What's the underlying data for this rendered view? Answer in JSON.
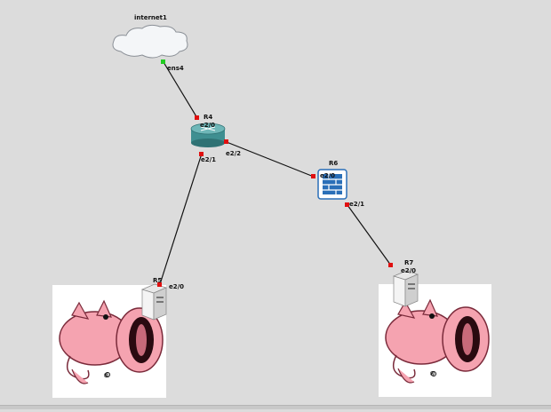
{
  "topology": {
    "nodes": {
      "internet1": {
        "label": "internet1",
        "icon": "cloud-icon"
      },
      "R4": {
        "label": "R4",
        "icon": "router-icon"
      },
      "R6": {
        "label": "R6",
        "icon": "firewall-icon"
      },
      "R5": {
        "label": "R5",
        "icon": "server-icon"
      },
      "R7": {
        "label": "R7",
        "icon": "server-icon"
      }
    },
    "links": [
      {
        "from": "internet1",
        "from_port": "ens4",
        "to": "R4",
        "to_port": "e2/0"
      },
      {
        "from": "R4",
        "from_port": "e2/1",
        "to": "R5",
        "to_port": "e2/0"
      },
      {
        "from": "R4",
        "from_port": "e2/2",
        "to": "R6",
        "to_port": "e2/0"
      },
      {
        "from": "R6",
        "from_port": "e2/1",
        "to": "R7",
        "to_port": "e2/0"
      }
    ],
    "overlays": [
      {
        "name": "pig-logo-left",
        "icon": "pig-mascot-icon"
      },
      {
        "name": "pig-logo-right",
        "icon": "pig-mascot-icon"
      }
    ]
  },
  "colors": {
    "background": "#dcdcdc",
    "link_line": "#111111",
    "port_up": "#e01010",
    "port_cloud": "#22cc22",
    "router_body": "#3f8f91",
    "firewall_blue": "#2a6fb8",
    "pig_pink": "#f5a3b0"
  }
}
